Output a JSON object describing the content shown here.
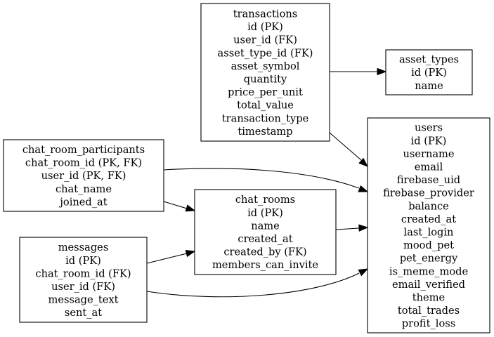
{
  "entities": {
    "transactions": {
      "title": "transactions",
      "fields": [
        "id (PK)",
        "user_id (FK)",
        "asset_type_id (FK)",
        "asset_symbol",
        "quantity",
        "price_per_unit",
        "total_value",
        "transaction_type",
        "timestamp"
      ]
    },
    "asset_types": {
      "title": "asset_types",
      "fields": [
        "id (PK)",
        "name"
      ]
    },
    "users": {
      "title": "users",
      "fields": [
        "id (PK)",
        "username",
        "email",
        "firebase_uid",
        "firebase_provider",
        "balance",
        "created_at",
        "last_login",
        "mood_pet",
        "pet_energy",
        "is_meme_mode",
        "email_verified",
        "theme",
        "total_trades",
        "profit_loss"
      ]
    },
    "chat_room_participants": {
      "title": "chat_room_participants",
      "fields": [
        "chat_room_id (PK, FK)",
        "user_id (PK, FK)",
        "chat_name",
        "joined_at"
      ]
    },
    "chat_rooms": {
      "title": "chat_rooms",
      "fields": [
        "id (PK)",
        "name",
        "created_at",
        "created_by (FK)",
        "members_can_invite"
      ]
    },
    "messages": {
      "title": "messages",
      "fields": [
        "id (PK)",
        "chat_room_id (FK)",
        "user_id (FK)",
        "message_text",
        "sent_at"
      ]
    }
  },
  "relations": [
    {
      "from": "transactions",
      "to": "asset_types"
    },
    {
      "from": "transactions",
      "to": "users"
    },
    {
      "from": "chat_room_participants",
      "to": "users"
    },
    {
      "from": "chat_room_participants",
      "to": "chat_rooms"
    },
    {
      "from": "chat_rooms",
      "to": "users"
    },
    {
      "from": "messages",
      "to": "chat_rooms"
    },
    {
      "from": "messages",
      "to": "users"
    }
  ]
}
